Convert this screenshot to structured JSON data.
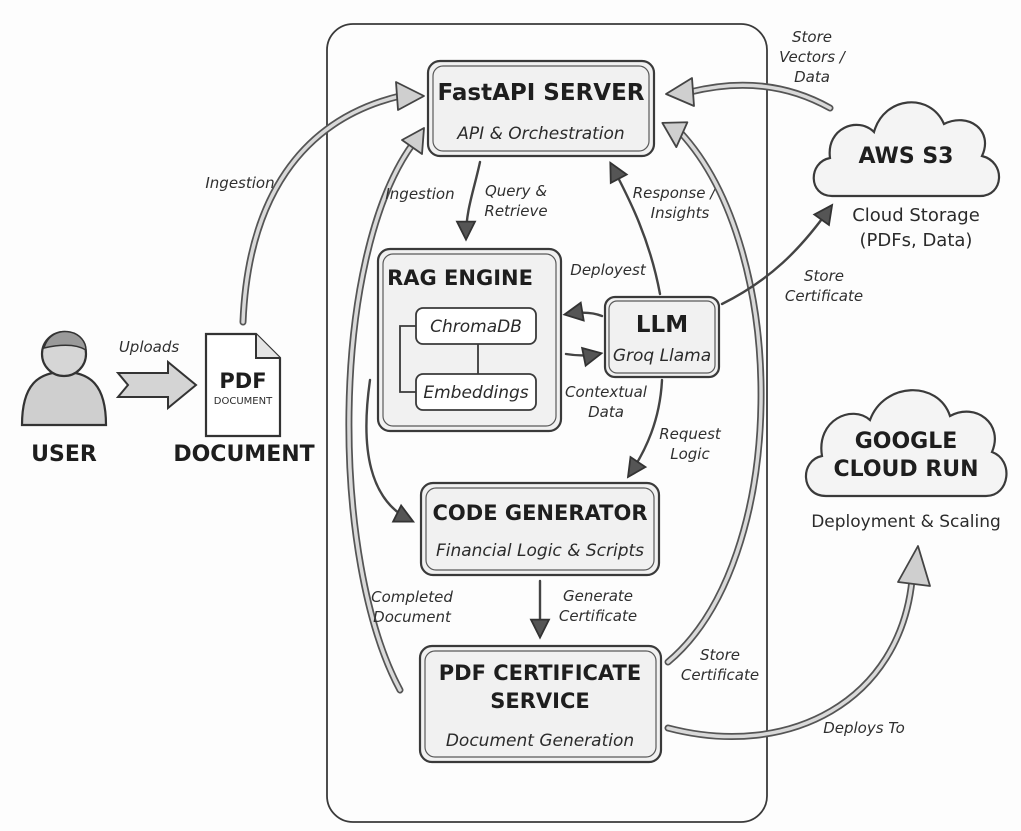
{
  "user": {
    "label": "USER"
  },
  "document": {
    "pdf": "PDF",
    "pdf_sub": "DOCUMENT",
    "label": "DOCUMENT"
  },
  "fastapi": {
    "title": "FastAPI SERVER",
    "subtitle": "API & Orchestration"
  },
  "rag": {
    "title": "RAG ENGINE",
    "chroma": "ChromaDB",
    "embeddings": "Embeddings"
  },
  "llm": {
    "title": "LLM",
    "subtitle": "Groq Llama"
  },
  "codegen": {
    "title": "CODE GENERATOR",
    "subtitle": "Financial Logic & Scripts"
  },
  "pdfcert": {
    "title_line1": "PDF CERTIFICATE",
    "title_line2": "SERVICE",
    "subtitle": "Document Generation"
  },
  "s3": {
    "title": "AWS S3",
    "line1": "Cloud Storage",
    "line2": "(PDFs, Data)"
  },
  "gcr": {
    "title_line1": "GOOGLE",
    "title_line2": "CLOUD RUN",
    "subtitle": "Deployment & Scaling"
  },
  "edges": {
    "uploads": "Uploads",
    "ingestion_outer": "Ingestion",
    "ingestion_inner": "Ingestion",
    "query_1": "Query &",
    "query_2": "Retrieve",
    "response_1": "Response /",
    "response_2": "Insights",
    "deployest": "Deployest",
    "contextual_1": "Contextual",
    "contextual_2": "Data",
    "request_1": "Request",
    "request_2": "Logic",
    "completed_1": "Completed",
    "completed_2": "Document",
    "generate_1": "Generate",
    "generate_2": "Certificate",
    "store_cert_bottom_1": "Store",
    "store_cert_bottom_2": "Certificate",
    "store_cert_llm_1": "Store",
    "store_cert_llm_2": "Certificate",
    "store_vectors_1": "Store",
    "store_vectors_2": "Vectors /",
    "store_vectors_3": "Data",
    "deploys_to": "Deploys To"
  }
}
